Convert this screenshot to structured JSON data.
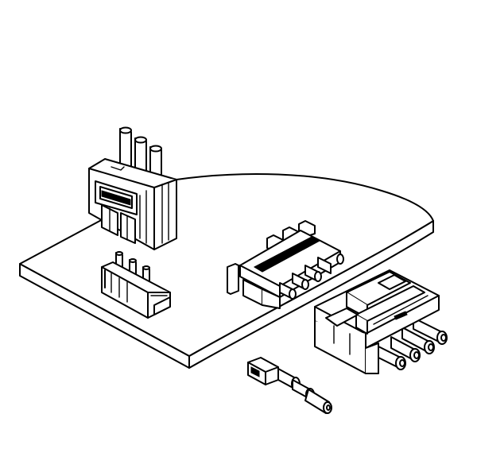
{
  "figure": {
    "components": [
      {
        "id": "pcb-board",
        "kind": "printed circuit board"
      },
      {
        "id": "vertical-connector-housing-3pin",
        "kind": "wire-to-board housing, vertical, 3 pins"
      },
      {
        "id": "vertical-pin-header-3pin",
        "kind": "PCB pin header, vertical, 3 pins"
      },
      {
        "id": "right-angle-header-4pin",
        "kind": "PCB header, right-angle, 4 pins"
      },
      {
        "id": "inline-receptacle-housing-4pin",
        "kind": "free-hanging housing, 4 pins"
      },
      {
        "id": "crimp-terminal",
        "kind": "crimp contact with wire"
      }
    ],
    "colors": {
      "line": "#000000",
      "fill": "#ffffff",
      "shade": "#000000"
    }
  }
}
